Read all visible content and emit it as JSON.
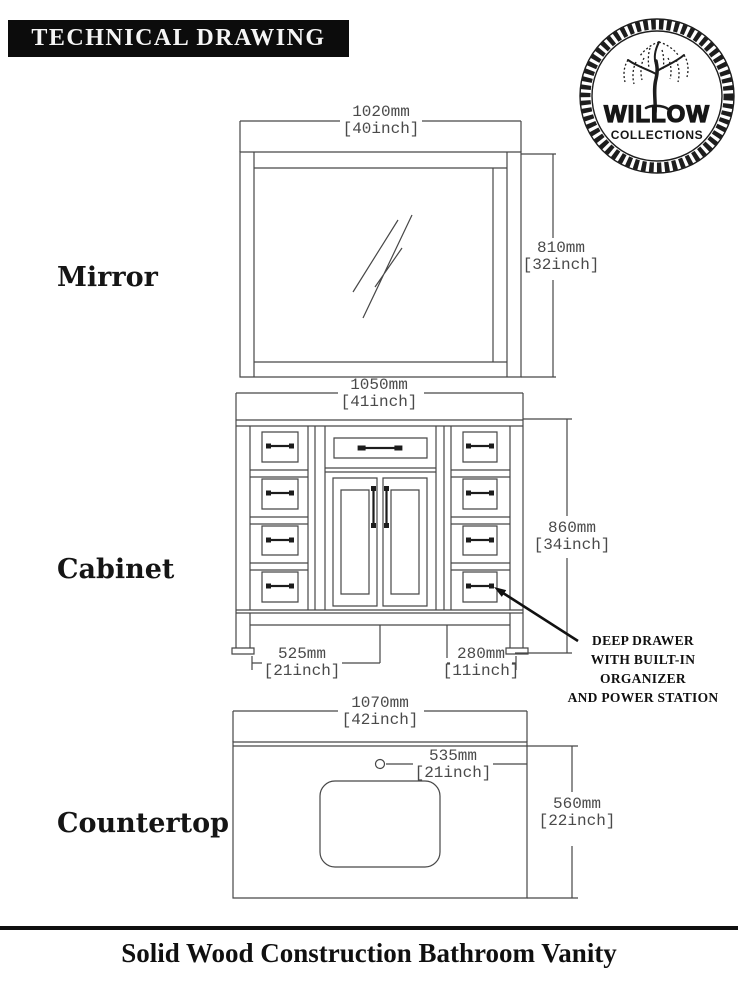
{
  "header": {
    "title": "TECHNICAL DRAWING"
  },
  "logo": {
    "brand": "WILLOW",
    "collections": "COLLECTIONS"
  },
  "sections": {
    "mirror": {
      "label": "Mirror",
      "width_mm": "1020mm",
      "width_in": "[40inch]",
      "height_mm": "810mm",
      "height_in": "[32inch]"
    },
    "cabinet": {
      "label": "Cabinet",
      "width_mm": "1050mm",
      "width_in": "[41inch]",
      "height_mm": "860mm",
      "height_in": "[34inch]",
      "left_width_mm": "525mm",
      "left_width_in": "[21inch]",
      "right_width_mm": "280mm",
      "right_width_in": "[11inch]",
      "callout": [
        "DEEP DRAWER",
        "WITH BUILT-IN",
        "ORGANIZER",
        "AND POWER STATION"
      ]
    },
    "countertop": {
      "label": "Countertop",
      "width_mm": "1070mm",
      "width_in": "[42inch]",
      "faucet_mm": "535mm",
      "faucet_in": "[21inch]",
      "depth_mm": "560mm",
      "depth_in": "[22inch]"
    }
  },
  "footer": {
    "title": "Solid Wood Construction Bathroom Vanity"
  },
  "colors": {
    "line": "#474747",
    "ink": "#101010",
    "dim_text": "#4a4a4a"
  }
}
